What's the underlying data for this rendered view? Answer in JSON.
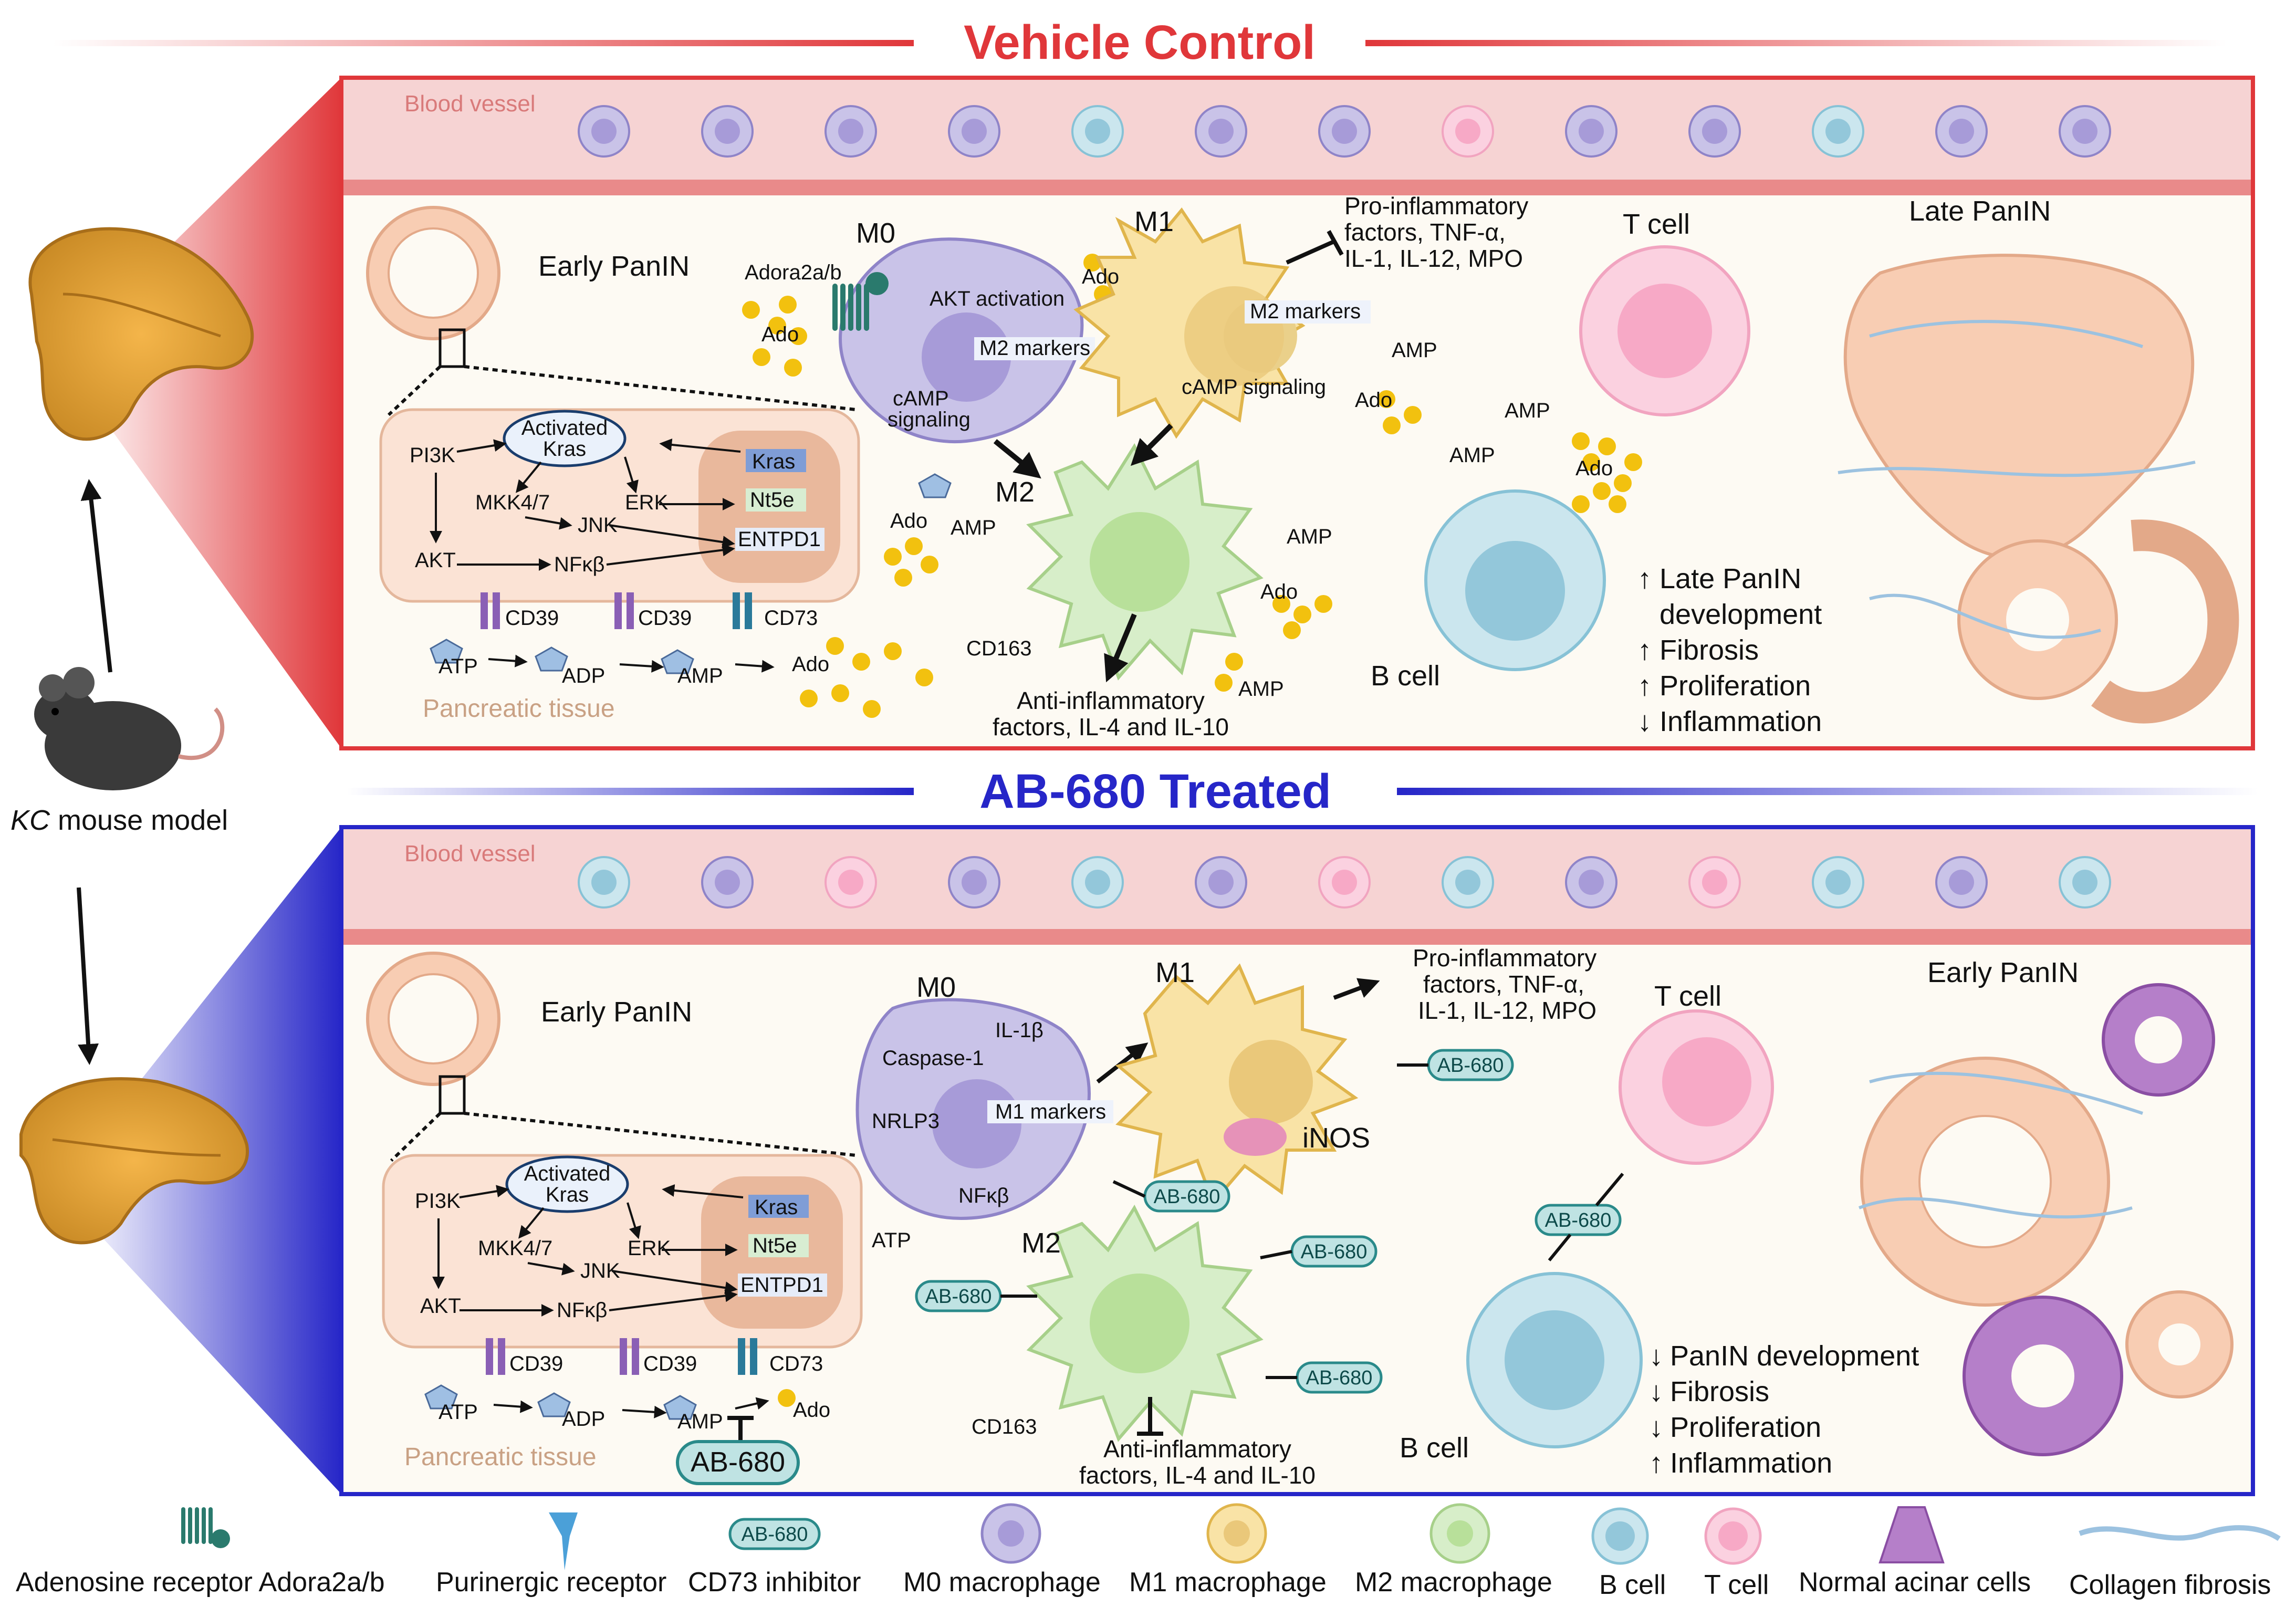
{
  "colors": {
    "vehicle_red": "#e0373a",
    "treated_blue": "#2626c8",
    "vessel_pink": "#f6d3d3",
    "tissue_bg": "#fdfaf3",
    "ado_yellow": "#f2c10f",
    "receptor_teal": "#2a7a6d",
    "ab680_fill": "#bfe3e3",
    "m0": "#c9c3e8",
    "m1": "#f9e3a6",
    "m2": "#d7eec9",
    "b_cell": "#cbe6ee",
    "t_cell": "#fbd1e0",
    "panin": "#f8cdb3"
  },
  "titles": {
    "vehicle": "Vehicle Control",
    "treated": "AB-680 Treated"
  },
  "left": {
    "model_italic": "KC",
    "model_rest": " mouse model"
  },
  "vehicle": {
    "blood_vessel": "Blood vessel",
    "early_panin": "Early PanIN",
    "late_panin": "Late PanIN",
    "pancreatic_tissue": "Pancreatic tissue",
    "m0": "M0",
    "m1": "M1",
    "m2": "M2",
    "t_cell": "T cell",
    "b_cell": "B cell",
    "adora": "Adora2a/b",
    "ado": "Ado",
    "amp": "AMP",
    "adp": "ADP",
    "atp": "ATP",
    "akt_activation": "AKT activation",
    "m2_markers": "M2 markers",
    "camp_signaling_1": "cAMP",
    "camp_signaling_2": "signaling",
    "camp_signaling": "cAMP signaling",
    "pro_inflammatory": [
      "Pro-inflammatory",
      "factors, TNF-α,",
      "IL-1, IL-12, MPO"
    ],
    "anti_inflammatory": [
      "Anti-inflammatory",
      "factors, IL-4 and IL-10"
    ],
    "cd163": "CD163",
    "outcomes": [
      "Late PanIN",
      "development",
      "Fibrosis",
      "Proliferation",
      "Inflammation"
    ],
    "outcome_arrows": [
      "↑",
      "",
      "↑",
      "↑",
      "↓"
    ],
    "pathway": {
      "activated_kras": [
        "Activated",
        "Kras"
      ],
      "pi3k": "PI3K",
      "akt": "AKT",
      "mkk": "MKK4/7",
      "jnk": "JNK",
      "erk": "ERK",
      "nfkb": "NFκβ",
      "kras": "Kras",
      "nt5e": "Nt5e",
      "entpd1": "ENTPD1",
      "cd39": "CD39",
      "cd73": "CD73"
    }
  },
  "treated": {
    "blood_vessel": "Blood vessel",
    "early_panin": "Early PanIN",
    "early_panin_right": "Early PanIN",
    "pancreatic_tissue": "Pancreatic tissue",
    "m0": "M0",
    "m1": "M1",
    "m2": "M2",
    "t_cell": "T cell",
    "b_cell": "B cell",
    "il1b": "IL-1β",
    "caspase": "Caspase-1",
    "nrlp3": "NRLP3",
    "m1_markers": "M1 markers",
    "nfkb": "NFκβ",
    "atp": "ATP",
    "adp": "ADP",
    "amp": "AMP",
    "ado": "Ado",
    "inos": "iNOS",
    "ab680": "AB-680",
    "pro_inflammatory": [
      "Pro-inflammatory",
      "factors, TNF-α,",
      "IL-1, IL-12, MPO"
    ],
    "anti_inflammatory": [
      "Anti-inflammatory",
      "factors, IL-4 and IL-10"
    ],
    "cd163": "CD163",
    "outcomes": [
      "PanIN development",
      "Fibrosis",
      "Proliferation",
      "Inflammation"
    ],
    "outcome_arrows": [
      "↓",
      "↓",
      "↓",
      "↑"
    ],
    "pathway": {
      "activated_kras": [
        "Activated",
        "Kras"
      ],
      "pi3k": "PI3K",
      "akt": "AKT",
      "mkk": "MKK4/7",
      "jnk": "JNK",
      "erk": "ERK",
      "nfkb": "NFκβ",
      "kras": "Kras",
      "nt5e": "Nt5e",
      "entpd1": "ENTPD1",
      "cd39": "CD39",
      "cd73": "CD73"
    }
  },
  "legend": [
    "Adenosine receptor Adora2a/b",
    "Purinergic receptor",
    "CD73 inhibitor",
    "M0 macrophage",
    "M1 macrophage",
    "M2 macrophage",
    "B cell",
    "T cell",
    "Normal acinar cells",
    "Collagen fibrosis"
  ],
  "legend_badge": "AB-680"
}
